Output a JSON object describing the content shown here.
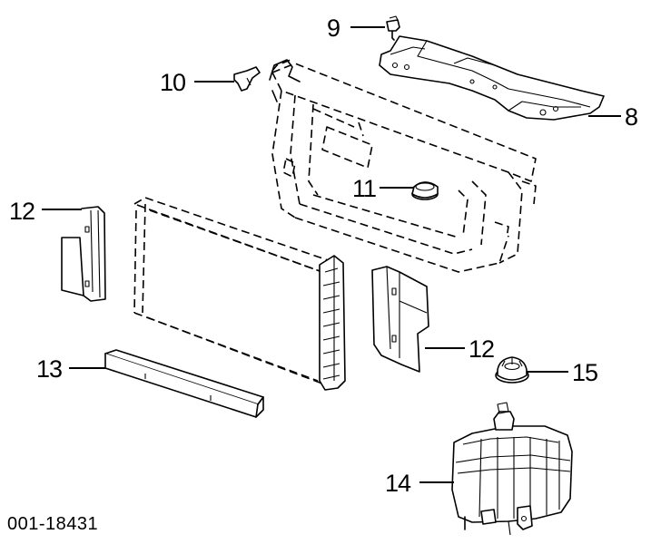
{
  "figure_number": "001-18431",
  "callouts": {
    "c8": "8",
    "c9": "9",
    "c10": "10",
    "c11": "11",
    "c12_left": "12",
    "c12_right": "12",
    "c13": "13",
    "c14": "14",
    "c15": "15"
  }
}
